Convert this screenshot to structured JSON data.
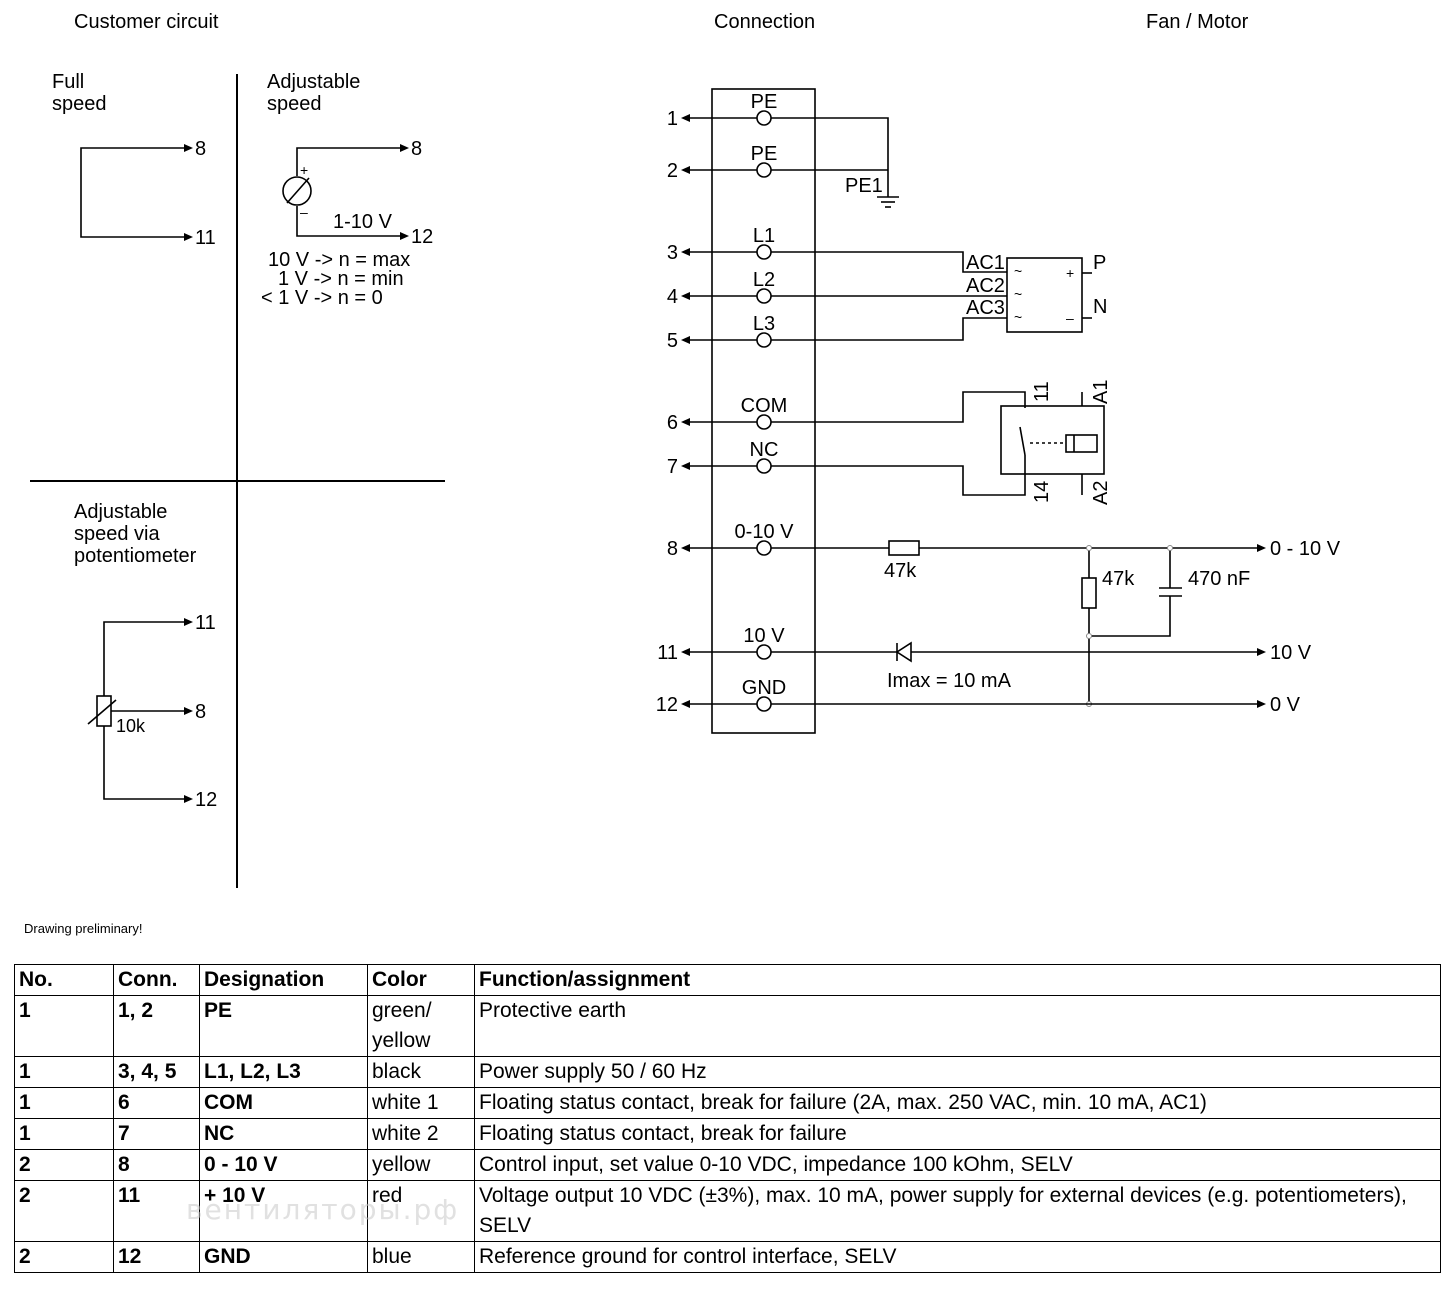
{
  "headers": {
    "customer_circuit": "Customer circuit",
    "connection": "Connection",
    "fan_motor": "Fan / Motor"
  },
  "customer": {
    "full_speed": [
      "Full",
      "speed"
    ],
    "adjustable_speed": [
      "Adjustable",
      "speed"
    ],
    "potentiometer_title": [
      "Adjustable",
      "speed via",
      "potentiometer"
    ],
    "pin_8": "8",
    "pin_11": "11",
    "pin_12": "12",
    "signal_range": "1-10 V",
    "plus": "+",
    "minus": "–",
    "speed_notes": [
      "10 V -> n = max",
      "1 V -> n = min",
      "< 1 V -> n = 0"
    ],
    "pot_value": "10k"
  },
  "terminals": [
    {
      "no": "1",
      "label": "PE"
    },
    {
      "no": "2",
      "label": "PE"
    },
    {
      "no": "3",
      "label": "L1"
    },
    {
      "no": "4",
      "label": "L2"
    },
    {
      "no": "5",
      "label": "L3"
    },
    {
      "no": "6",
      "label": "COM"
    },
    {
      "no": "7",
      "label": "NC"
    },
    {
      "no": "8",
      "label": "0-10 V"
    },
    {
      "no": "11",
      "label": "10 V"
    },
    {
      "no": "12",
      "label": "GND"
    }
  ],
  "motor": {
    "pe1": "PE1",
    "ac_inputs": [
      "AC1",
      "AC2",
      "AC3"
    ],
    "tilde": "~",
    "plus": "+",
    "minus": "–",
    "p": "P",
    "n": "N",
    "relay_pins": {
      "top_left": "11",
      "top_right": "A1",
      "bottom_left": "14",
      "bottom_right": "A2"
    },
    "r_series": "47k",
    "r_shunt": "47k",
    "cap": "470 nF",
    "imax": "Imax = 10 mA",
    "out_0_10": "0 - 10 V",
    "out_10v": "10 V",
    "out_0v": "0 V"
  },
  "note": "Drawing preliminary!",
  "table": {
    "columns": [
      "No.",
      "Conn.",
      "Designation",
      "Color",
      "Function/assignment"
    ],
    "rows": [
      {
        "no": "1",
        "conn": "1, 2",
        "designation": "PE",
        "color": "green/ yellow",
        "function": "Protective earth"
      },
      {
        "no": "1",
        "conn": "3, 4, 5",
        "designation": "L1, L2, L3",
        "color": "black",
        "function": "Power supply 50 / 60 Hz"
      },
      {
        "no": "1",
        "conn": "6",
        "designation": "COM",
        "color": "white 1",
        "function": "Floating status contact, break for failure (2A, max. 250 VAC, min. 10 mA, AC1)"
      },
      {
        "no": "1",
        "conn": "7",
        "designation": "NC",
        "color": "white 2",
        "function": "Floating status contact, break for failure"
      },
      {
        "no": "2",
        "conn": "8",
        "designation": "0 - 10 V",
        "color": "yellow",
        "function": "Control input, set value 0-10 VDC, impedance 100 kOhm, SELV"
      },
      {
        "no": "2",
        "conn": "11",
        "designation": "+ 10 V",
        "color": "red",
        "function": "Voltage output 10 VDC (±3%), max. 10 mA, power supply for external devices (e.g. potentiometers), SELV"
      },
      {
        "no": "2",
        "conn": "12",
        "designation": "GND",
        "color": "blue",
        "function": "Reference ground for control interface, SELV"
      }
    ]
  },
  "watermark": "вентиляторы.рф"
}
